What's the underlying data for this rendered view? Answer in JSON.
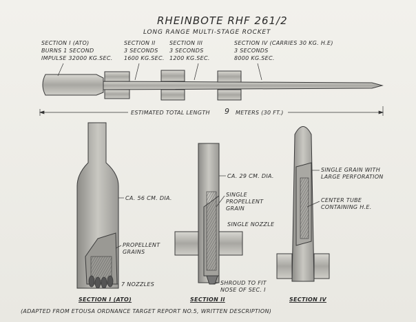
{
  "title": "RHEINBOTE RHF 261/2",
  "subtitle": "LONG RANGE MULTI-STAGE ROCKET",
  "sections": {
    "s1": {
      "line1": "SECTION I (ATO)",
      "line2": "BURNS 1 SECOND",
      "line3": "IMPULSE 32000 KG.SEC."
    },
    "s2": {
      "line1": "SECTION II",
      "line2": "3 SECONDS",
      "line3": "1600 KG.SEC."
    },
    "s3": {
      "line1": "SECTION III",
      "line2": "3 SECONDS",
      "line3": "1200 KG.SEC."
    },
    "s4": {
      "line1": "SECTION IV  (CARRIES 30 KG. H.E)",
      "line2": "3 SECONDS",
      "line3": "8000 KG.SEC."
    }
  },
  "length": {
    "label": "ESTIMATED TOTAL LENGTH",
    "value": "9",
    "unit": "METERS (30 FT.)"
  },
  "detail1": {
    "dia": "CA. 56 CM. DIA.",
    "grains": "PROPELLENT GRAINS",
    "nozzles": "7 NOZZLES",
    "caption": "SECTION I (ATO)"
  },
  "detail2": {
    "dia": "CA. 29 CM. DIA.",
    "grain": "SINGLE PROPELLENT GRAIN",
    "nozzle": "SINGLE NOZZLE",
    "shroud": "SHROUD TO FIT NOSE OF SEC. I",
    "caption": "SECTION II"
  },
  "detail3": {
    "grain": "SINGLE GRAIN WITH LARGE PERFORATION",
    "tube": "CENTER TUBE CONTAINING H.E.",
    "caption": "SECTION IV"
  },
  "footer": "(ADAPTED FROM ETOUSA ORDNANCE TARGET REPORT NO.5, WRITTEN DESCRIPTION)",
  "colors": {
    "paper": "#eceae4",
    "ink": "#2a2a2a",
    "shade": "#8a8a8a"
  }
}
